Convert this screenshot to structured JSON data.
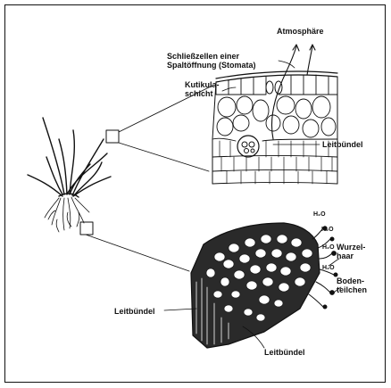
{
  "labels": {
    "atmosphaere": "Atmosphäre",
    "schliesszellen_line1": "Schließzellen einer",
    "schliesszellen_line2": "Spaltöffnung (Stomata)",
    "kutikula_line1": "Kutikula-",
    "kutikula_line2": "schicht",
    "leitbuendel_leaf": "Leitbündel",
    "wurzelhaar_line1": "Wurzel-",
    "wurzelhaar_line2": "haar",
    "boden_line1": "Boden-",
    "boden_line2": "teilchen",
    "leitbuendel_root_left": "Leitbündel",
    "leitbuendel_root_bottom": "Leitbündel",
    "h2o": "H₂O"
  },
  "colors": {
    "ink": "#111111",
    "background": "#ffffff"
  },
  "icons": [
    "plant-illustration",
    "leaf-cross-section",
    "root-cross-section"
  ]
}
